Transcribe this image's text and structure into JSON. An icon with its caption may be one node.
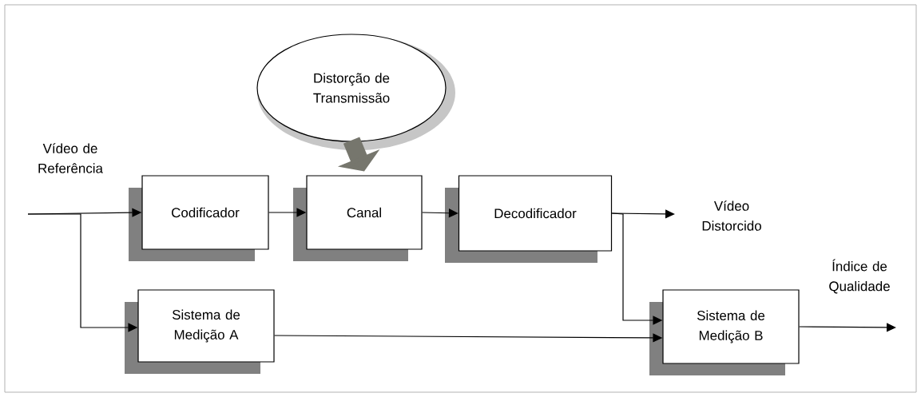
{
  "diagram": {
    "nodes": [
      {
        "text": [
          "Distorção de Transmissão"
        ]
      },
      {
        "text": [
          "Codificador"
        ]
      },
      {
        "text": [
          "Canal"
        ]
      },
      {
        "text": [
          "Decodificador"
        ]
      },
      {
        "text": [
          "Sistema de Medição A"
        ]
      },
      {
        "text": [
          "Sistema de Medição B"
        ]
      }
    ],
    "edges": [
      {
        "from": 0,
        "to": 2,
        "arrow": "to",
        "style": "thick",
        "color": "#76766d"
      },
      {
        "from": null,
        "to": 1,
        "arrow": "to"
      },
      {
        "from": null,
        "to": 4,
        "arrow": "to"
      },
      {
        "from": 1,
        "to": 2,
        "arrow": "to"
      },
      {
        "from": 2,
        "to": 3,
        "arrow": "to"
      },
      {
        "from": 3,
        "to": null,
        "arrow": "to"
      },
      {
        "from": 3,
        "to": 5,
        "arrow": "to"
      },
      {
        "from": 4,
        "to": 5,
        "arrow": "to"
      },
      {
        "from": 5,
        "to": null,
        "arrow": "to"
      }
    ],
    "labels": [
      "Vídeo de Referência",
      "Vídeo Distorcido",
      "Índice de Qualidade"
    ]
  }
}
